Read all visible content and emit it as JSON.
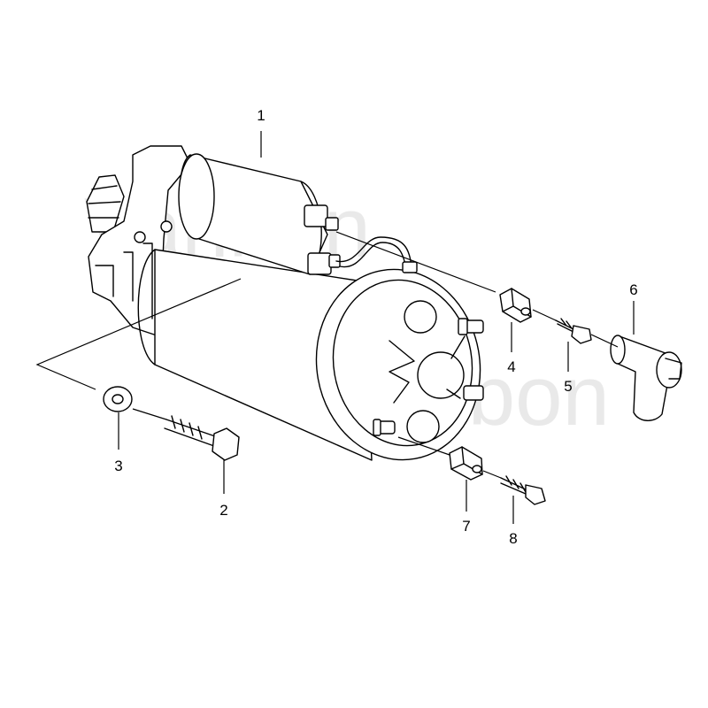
{
  "watermark": "Vanbon",
  "callouts": {
    "c1": "1",
    "c2": "2",
    "c3": "3",
    "c4": "4",
    "c5": "5",
    "c6": "6",
    "c7": "7",
    "c8": "8"
  }
}
